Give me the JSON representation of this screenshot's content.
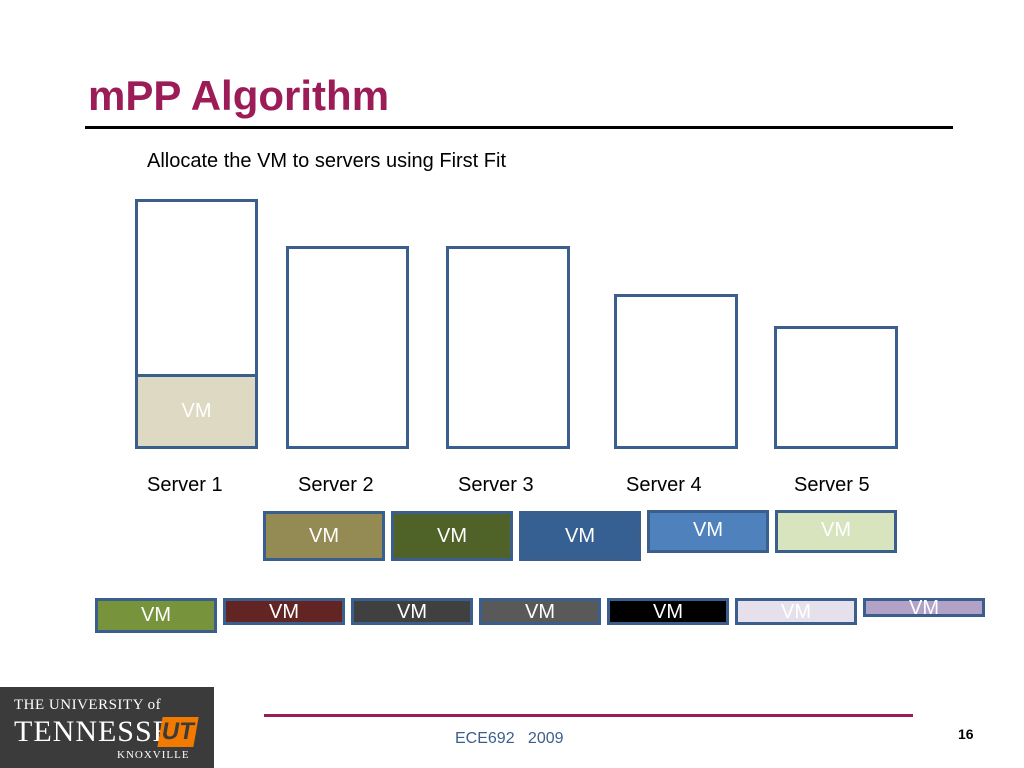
{
  "slide": {
    "title": "mPP Algorithm",
    "subtitle": "Allocate the VM to servers using First Fit",
    "page_number": "16",
    "footer": "ECE692   2009"
  },
  "servers": [
    {
      "label": "Server 1"
    },
    {
      "label": "Server 2"
    },
    {
      "label": "Server 3"
    },
    {
      "label": "Server 4"
    },
    {
      "label": "Server 5"
    }
  ],
  "placed_vm": {
    "label": "VM",
    "color": "#ddd9c3"
  },
  "queue_row1": [
    {
      "label": "VM",
      "color": "#948a54"
    },
    {
      "label": "VM",
      "color": "#4f6228"
    },
    {
      "label": "VM",
      "color": "#366092"
    },
    {
      "label": "VM",
      "color": "#4f81bd"
    },
    {
      "label": "VM",
      "color": "#d7e4bd"
    }
  ],
  "queue_row2": [
    {
      "label": "VM",
      "color": "#77933c"
    },
    {
      "label": "VM",
      "color": "#632523"
    },
    {
      "label": "VM",
      "color": "#404040"
    },
    {
      "label": "VM",
      "color": "#595959"
    },
    {
      "label": "VM",
      "color": "#000000"
    },
    {
      "label": "VM",
      "color": "#e6e0ec"
    },
    {
      "label": "VM",
      "color": "#b3a2c7"
    }
  ],
  "logo": {
    "line1": "THE UNIVERSITY of",
    "line2": "TENNESSEE",
    "mark": "UT",
    "line3": "KNOXVILLE"
  },
  "colors": {
    "accent": "#9b1c56",
    "border": "#3a5f8c"
  }
}
